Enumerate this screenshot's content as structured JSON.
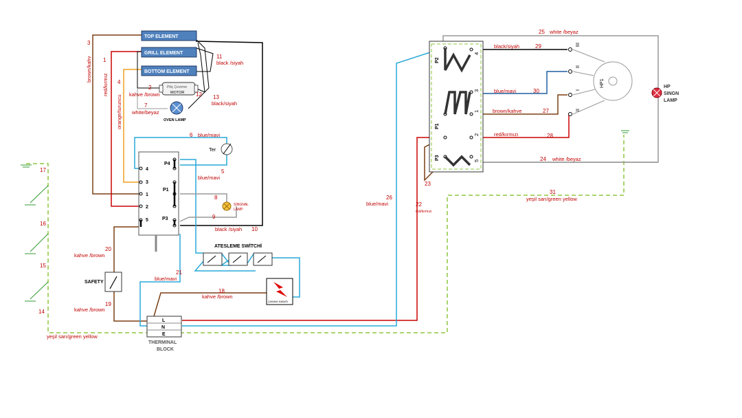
{
  "elements": {
    "top": "TOP ELEMENT",
    "grill": "GRILL ELEMENT",
    "bottom": "BOTTOM ELEMENT"
  },
  "components": {
    "motor_caption": "Piliç Çevirme",
    "motor": "MOTOR",
    "oven_lamp": "OVEN LAMP",
    "thermostat": "Ter",
    "signal_lamp_1": "SINGNAL",
    "signal_lamp_2": "LAMP",
    "ignition": "ATESLEME SWİTCHİ",
    "spark_caption": "ÇAKMAK KABAĞI",
    "safety": "SAFETY",
    "terminal_block_1": "THERMINAL",
    "terminal_block_2": "BLOCK",
    "hp_1": "HP",
    "hp_2": "SINGN",
    "hp_3": "LAMP",
    "hp1": "HP1"
  },
  "switch_left": {
    "p4": "P4",
    "p1": "P1",
    "p3": "P3",
    "t4": "4",
    "t3": "3",
    "t1": "1",
    "t2": "2",
    "t5": "5"
  },
  "switch_right": {
    "p2": "P2",
    "p1": "P1",
    "p3": "P3",
    "t4": "4",
    "t3": "3",
    "t1": "1",
    "t2": "2",
    "t5": "5"
  },
  "terminal": {
    "l": "L",
    "n": "N",
    "e": "E"
  },
  "hp_terminals": {
    "t3": "III",
    "t2": "II",
    "t1": "I",
    "t0": "II"
  },
  "wires": {
    "w1": "1",
    "w1_label": "red/kırmız",
    "w2": "2",
    "w2_label": "kahve /brown",
    "w3": "3",
    "w3_label": "brown/kahv",
    "w4": "4",
    "w4_label": "orange/turuncu",
    "w5": "5",
    "w5_label": "blue/mavi",
    "w6": "6",
    "w6_label": "blue/mavi",
    "w7": "7",
    "w7_label": "white/beyaz",
    "w8": "8",
    "w9": "9",
    "w10": "10",
    "w10_label": "black /siyah",
    "w11": "11",
    "w11_label": "black /siyah",
    "w12": "12",
    "w13": "13",
    "w13_label": "black/siyah",
    "w14": "14",
    "w15": "15",
    "w16": "16",
    "w17": "17",
    "w18": "18",
    "w18_label": "kahve /brown",
    "w19": "19",
    "w19_label": "kahve /brown",
    "w20": "20",
    "w20_label": "kahve /brown",
    "w21": "21",
    "w21_label": "blue/mavi",
    "w22": "22",
    "w22_label": "red/kırmızı",
    "w23": "23",
    "w24": "24",
    "w24_label": "white /beyaz",
    "w25": "25",
    "w25_label": "white /beyaz",
    "w26": "26",
    "w26_label": "blue/mavi",
    "w27": "27",
    "w27_label": "brown/kahve",
    "w28": "28",
    "w28_label": "red/kırmızı",
    "w29": "29",
    "w29_label": "black/siyah",
    "w30": "30",
    "w30_label": "blue/mavi",
    "w31": "31",
    "w31_label": "yeşil sarı/green yellow",
    "ground_label": "yeşil sarı/green yellow"
  }
}
